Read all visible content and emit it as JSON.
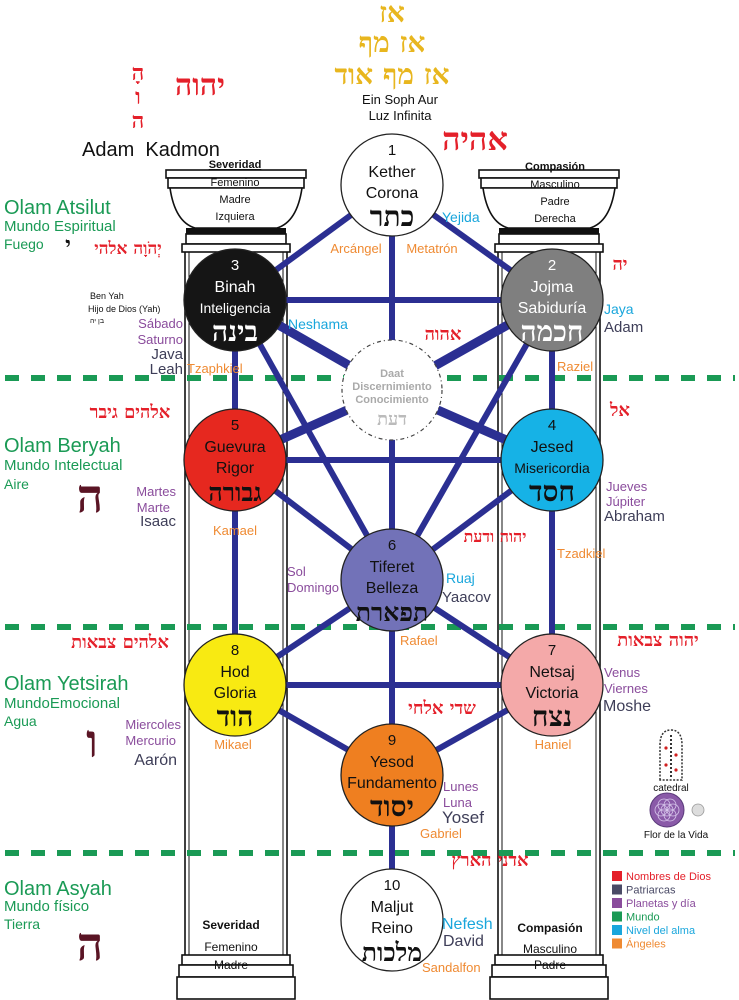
{
  "ein_sof": {
    "lines": [
      "אז",
      "אז מף",
      "אז מף אוד"
    ],
    "name": "Ein Soph Aur",
    "meaning": "Luz Infinita"
  },
  "adam_kadmon": {
    "hebrew": "יהוה",
    "vertical_letters": [
      "הָ",
      "ו",
      "ה"
    ],
    "name": "Adam  Kadmon"
  },
  "pillars": {
    "left": {
      "title": "Severidad",
      "lines": [
        "Femenino",
        "Madre",
        "Izquiera"
      ],
      "bottom_title": "Severidad",
      "bottom_lines": [
        "Femenino",
        "Madre"
      ]
    },
    "right": {
      "title": "Compasión",
      "lines": [
        "Masculino",
        "Padre",
        "Derecha"
      ],
      "bottom_title": "Compasión",
      "bottom_lines": [
        "Masculino",
        "Padre"
      ]
    }
  },
  "worlds": [
    {
      "name": "Olam Atsilut",
      "sub": "Mundo Espiritual",
      "element": "Fuego",
      "letter": "י"
    },
    {
      "name": "Olam Beryah",
      "sub": "Mundo Intelectual",
      "element": "Aire",
      "letter": "ה"
    },
    {
      "name": "Olam Yetsirah",
      "sub": "MundoEmocional",
      "element": "Agua",
      "letter": "ו"
    },
    {
      "name": "Olam Asyah",
      "sub": "Mundo físico",
      "element": "Tierra",
      "letter": "ה"
    }
  ],
  "sefirot": [
    {
      "number": "1",
      "name": "Kether",
      "meaning": "Corona",
      "hebrew": "כתר",
      "color": "#ffffff",
      "text_color": "#111111"
    },
    {
      "number": "2",
      "name": "Jojma",
      "meaning": "Sabiduría",
      "hebrew": "חכמה",
      "color": "#7f7f7f",
      "text_color": "#ffffff"
    },
    {
      "number": "3",
      "name": "Binah",
      "meaning": "Inteligencia",
      "hebrew": "בינה",
      "color": "#151515",
      "text_color": "#ffffff"
    },
    {
      "number": "4",
      "name": "Jesed",
      "meaning": "Misericordia",
      "hebrew": "חסד",
      "color": "#16b2e6",
      "text_color": "#111111"
    },
    {
      "number": "5",
      "name": "Guevura",
      "meaning": "Rigor",
      "hebrew": "גבורה",
      "color": "#e6281f",
      "text_color": "#111111"
    },
    {
      "number": "6",
      "name": "Tiferet",
      "meaning": "Belleza",
      "hebrew": "תפארת",
      "color": "#7272b8",
      "text_color": "#111111"
    },
    {
      "number": "7",
      "name": "Netsaj",
      "meaning": "Victoria",
      "hebrew": "נצח",
      "color": "#f4a9a9",
      "text_color": "#111111"
    },
    {
      "number": "8",
      "name": "Hod",
      "meaning": "Gloria",
      "hebrew": "הוד",
      "color": "#f8ea12",
      "text_color": "#111111"
    },
    {
      "number": "9",
      "name": "Yesod",
      "meaning": "Fundamento",
      "hebrew": "יסוד",
      "color": "#ef7f20",
      "text_color": "#111111"
    },
    {
      "number": "10",
      "name": "Maljut",
      "meaning": "Reino",
      "hebrew": "מלכות",
      "color": "#ffffff",
      "text_color": "#111111"
    }
  ],
  "daat": {
    "name": "Daat",
    "lines": [
      "Discernimiento",
      "Conocimiento"
    ],
    "hebrew": "דעת"
  },
  "paths": [
    [
      1,
      2
    ],
    [
      1,
      3
    ],
    [
      1,
      6
    ],
    [
      2,
      3
    ],
    [
      2,
      4
    ],
    [
      3,
      5
    ],
    [
      3,
      6
    ],
    [
      2,
      6
    ],
    [
      3,
      "D"
    ],
    [
      2,
      "D"
    ],
    [
      5,
      "D"
    ],
    [
      4,
      "D"
    ],
    [
      4,
      5
    ],
    [
      4,
      6
    ],
    [
      5,
      6
    ],
    [
      4,
      7
    ],
    [
      5,
      8
    ],
    [
      6,
      7
    ],
    [
      6,
      8
    ],
    [
      6,
      9
    ],
    [
      7,
      8
    ],
    [
      7,
      9
    ],
    [
      8,
      9
    ],
    [
      9,
      10
    ]
  ],
  "god_names": {
    "kether": "אהיה",
    "binah": "יְהֹוָה אלהי",
    "jojma": "יה",
    "daat": "אהוה",
    "guevura": "אלהים גיבר",
    "jesed": "אל",
    "tiferet": "יהוה ודעת",
    "hod": "אלהים צבאות",
    "netsaj": "יהוה צבאות",
    "yesod": "שדי אלחי",
    "maljut": "אדני הארץ"
  },
  "ben_yah": [
    "Ben Yah",
    "Hijo de Dios (Yah)",
    "בן יה"
  ],
  "planets": {
    "binah": [
      "Sábado",
      "Saturno"
    ],
    "guevura": [
      "Martes",
      "Marte"
    ],
    "tiferet": [
      "Sol",
      "Domingo"
    ],
    "jesed": [
      "Jueves",
      "Júpiter"
    ],
    "netsaj": [
      "Venus",
      "Viernes"
    ],
    "hod": [
      "Miercoles",
      "Mercurio"
    ],
    "yesod": [
      "Lunes",
      "Luna"
    ]
  },
  "patriarchs": {
    "binah": [
      "Java",
      "Leah"
    ],
    "jojma": "Adam",
    "guevura": "Isaac",
    "jesed": "Abraham",
    "tiferet": "Yaacov",
    "netsaj": "Moshe",
    "hod": "Aarón",
    "yesod": "Yosef",
    "maljut": "David"
  },
  "soul_levels": {
    "kether": "Yejida",
    "jojma": "Jaya",
    "binah": "Neshama",
    "tiferet": "Ruaj",
    "maljut": "Nefesh"
  },
  "angels": {
    "kether": [
      "Arcángel",
      "Metatrón"
    ],
    "binah": "Tzaphkiel",
    "jojma": "Raziel",
    "guevura": "Kamael",
    "jesed": "Tzadkiel",
    "tiferet": "Rafael",
    "hod": "Mikael",
    "netsaj": "Haniel",
    "yesod": "Gabriel",
    "maljut": "Sandalfon"
  },
  "images": {
    "cathedral": "catedral",
    "flower": "Flor de la Vida"
  },
  "legend": [
    {
      "label": "Nombres de Dios",
      "color": "#e4202a"
    },
    {
      "label": "Patriarcas",
      "color": "#4a4a66"
    },
    {
      "label": "Planetas y día",
      "color": "#8a4c9c"
    },
    {
      "label": "Mundo",
      "color": "#1a9a55"
    },
    {
      "label": "Nivel del alma",
      "color": "#19a6dc"
    },
    {
      "label": "Ángeles",
      "color": "#ef8a32"
    }
  ],
  "colors": {
    "paths": "#2b2f92",
    "world_divider": "#1a9a55"
  }
}
